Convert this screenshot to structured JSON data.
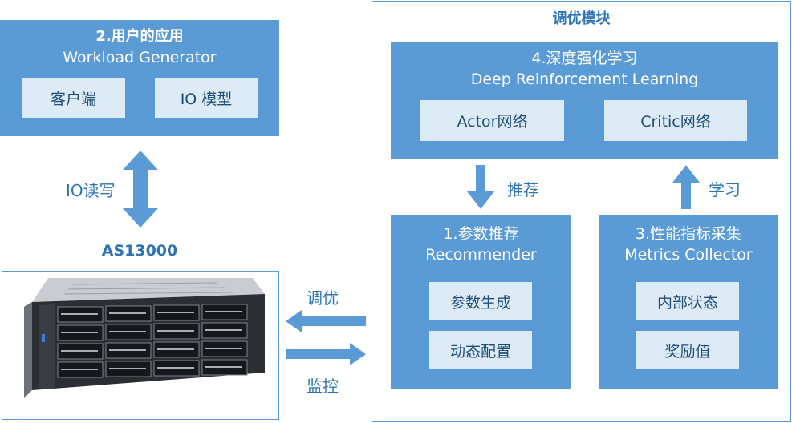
{
  "workload": {
    "title_cn": "2.用户的应用",
    "title_en": "Workload Generator",
    "items": [
      "客户端",
      "IO 模型"
    ]
  },
  "io_arrow_label": "IO读写",
  "server": {
    "title": "AS13000"
  },
  "tuning": {
    "title": "调优模块",
    "drl": {
      "title_cn": "4.深度强化学习",
      "title_en": "Deep Reinforcement Learning",
      "items": [
        "Actor网络",
        "Critic网络"
      ]
    },
    "recommend_label": "推荐",
    "learn_label": "学习",
    "recommender": {
      "title_cn": "1.参数推荐",
      "title_en": "Recommender",
      "items": [
        "参数生成",
        "动态配置"
      ]
    },
    "metrics": {
      "title_cn": "3.性能指标采集",
      "title_en": "Metrics Collector",
      "items": [
        "内部状态",
        "奖励值"
      ]
    }
  },
  "tune_arrow_label": "调优",
  "monitor_arrow_label": "监控",
  "colors": {
    "primary": "#5b9bd5",
    "inner": "#ddebf7",
    "text_dark": "#1f4e79",
    "accent_text": "#2e74b5"
  }
}
